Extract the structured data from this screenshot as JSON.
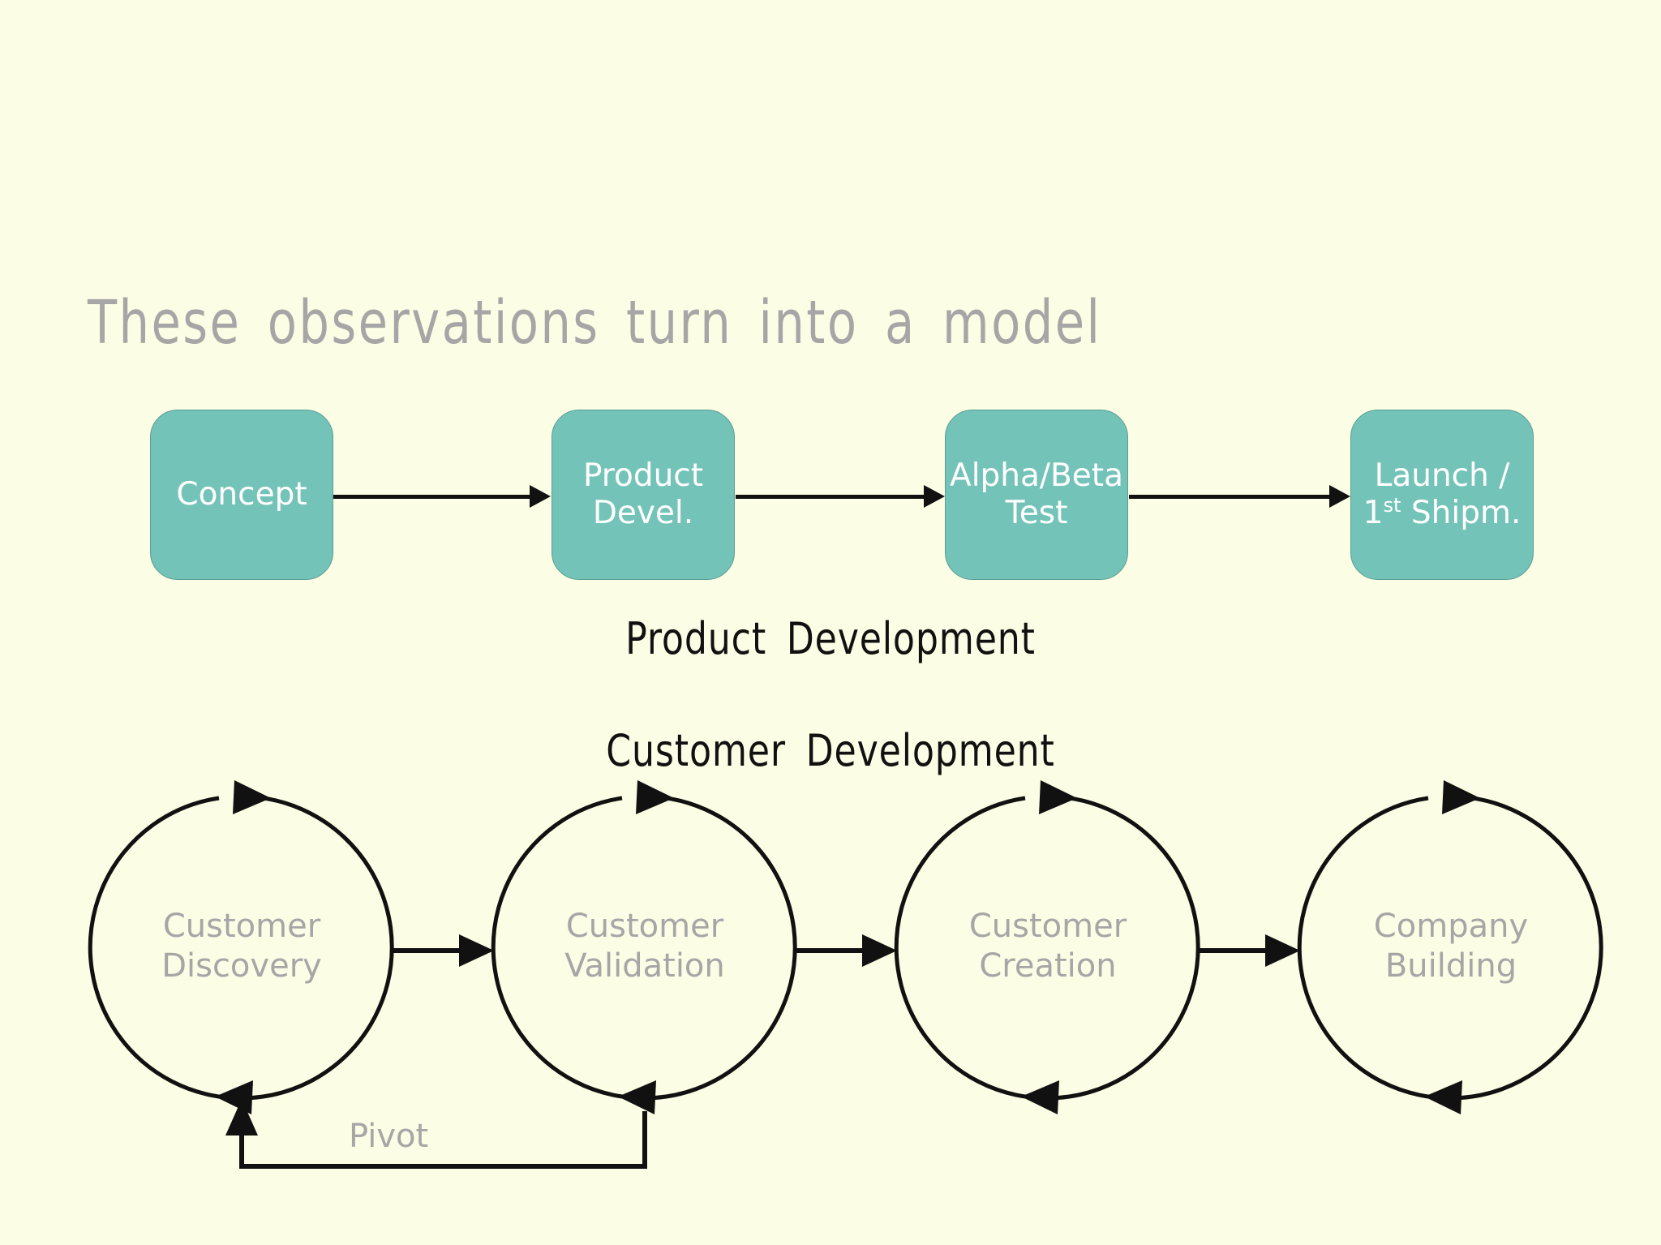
{
  "slide": {
    "background_color": "#fbfde4",
    "title": "These  observations  turn  into  a  model",
    "title_color": "#a6a6a6"
  },
  "product_development": {
    "caption": "Product  Development",
    "caption_color": "#111111",
    "box_fill": "#74c3b8",
    "box_text_color": "#ffffff",
    "stages": [
      {
        "line1": "Concept",
        "line2": ""
      },
      {
        "line1": "Product",
        "line2": "Devel."
      },
      {
        "line1": "Alpha/Beta",
        "line2": "Test"
      },
      {
        "line1": "Launch /",
        "line2_prefix": "1",
        "line2_sup": "st",
        "line2_rest": " Shipm."
      }
    ],
    "arrow_count": 3,
    "arrow_color": "#111111"
  },
  "customer_development": {
    "caption": "Customer  Development",
    "caption_color": "#111111",
    "circle_stroke": "#111111",
    "label_color": "#a6a6a6",
    "stages": [
      {
        "line1": "Customer",
        "line2": "Discovery"
      },
      {
        "line1": "Customer",
        "line2": "Validation"
      },
      {
        "line1": "Customer",
        "line2": "Creation"
      },
      {
        "line1": "Company",
        "line2": "Building"
      }
    ],
    "arrow_count": 3,
    "feedback_label": "Pivot",
    "feedback_from": "Customer Validation",
    "feedback_to": "Customer Discovery"
  }
}
